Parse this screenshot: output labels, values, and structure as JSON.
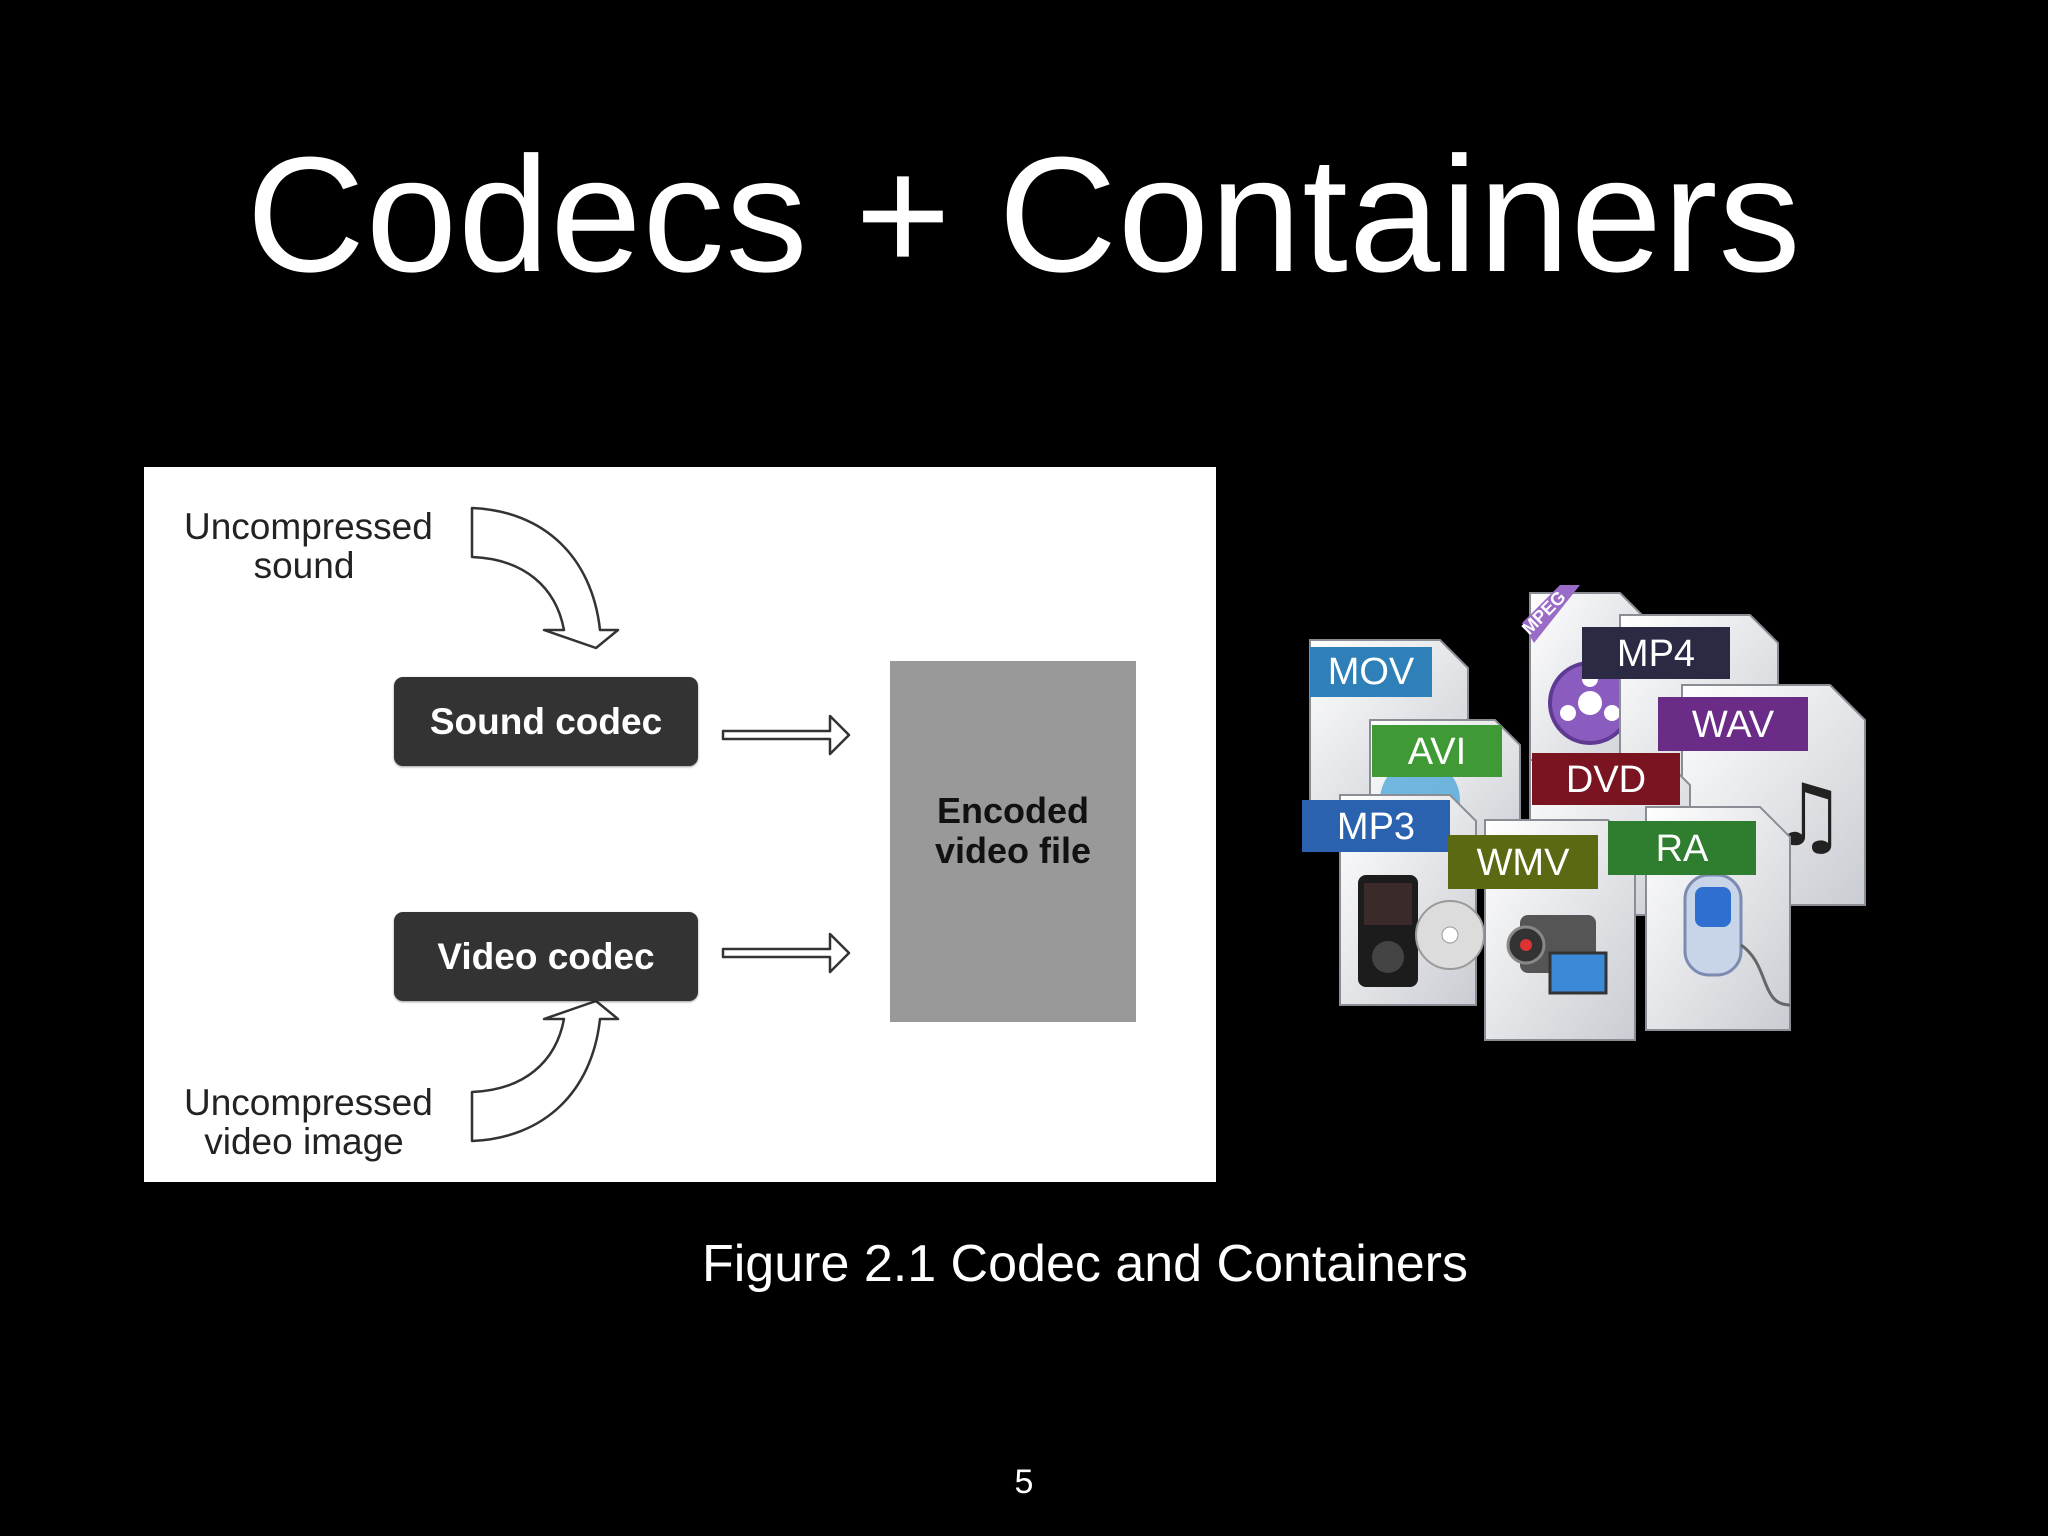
{
  "slide": {
    "title": "Codecs + Containers",
    "caption": "Figure 2.1 Codec and Containers",
    "page_number": "5"
  },
  "diagram": {
    "input_sound_label_line1": "Uncompressed",
    "input_sound_label_line2": "sound",
    "sound_codec_label": "Sound codec",
    "video_codec_label": "Video codec",
    "input_video_label_line1": "Uncompressed",
    "input_video_label_line2": "video image",
    "output_label_line1": "Encoded",
    "output_label_line2": "video file"
  },
  "formats": {
    "mpeg": "MPEG",
    "mov": "MOV",
    "mp4": "MP4",
    "avi": "AVI",
    "wav": "WAV",
    "dvd": "DVD",
    "mp3": "MP3",
    "wmv": "WMV",
    "ra": "RA"
  },
  "colors": {
    "mov": "#2f7fb8",
    "mp4": "#2a2a44",
    "avi": "#3f9a36",
    "wav": "#6a2c86",
    "dvd": "#7a1420",
    "mp3": "#2a62b0",
    "wmv": "#5b6a12",
    "ra": "#2f7d2f",
    "mpeg": "#9a6cc8"
  }
}
